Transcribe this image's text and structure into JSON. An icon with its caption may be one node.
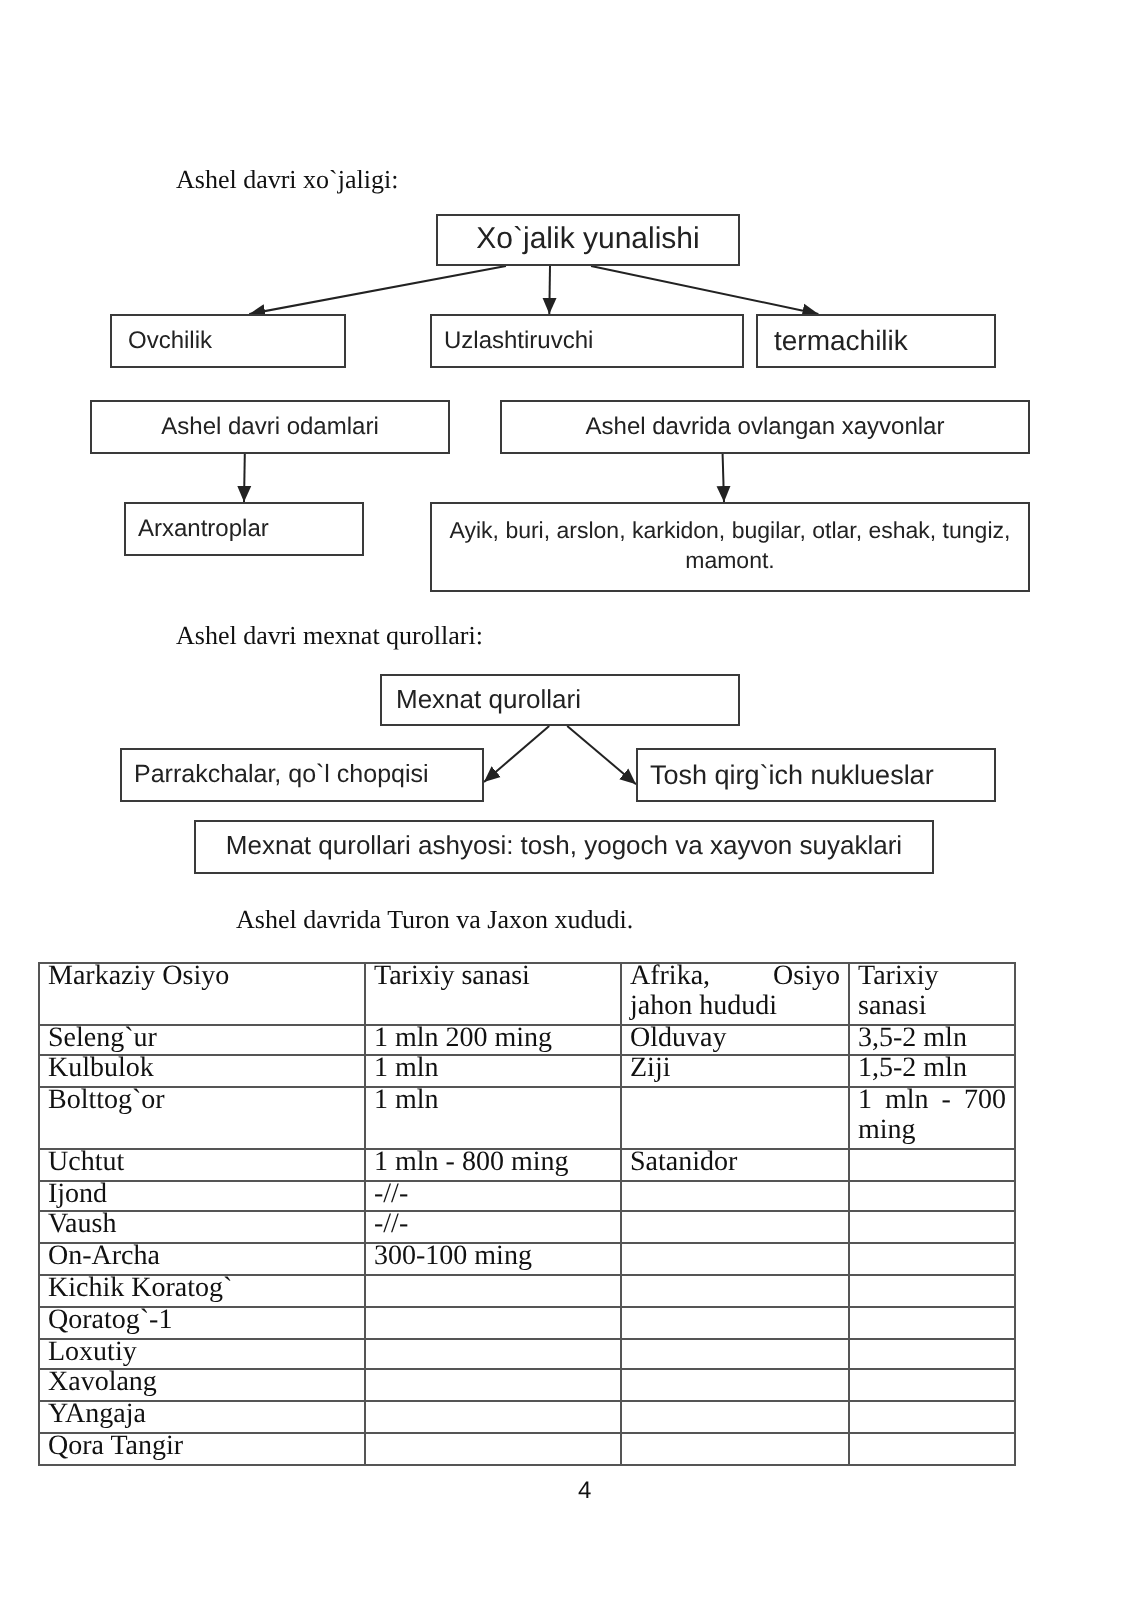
{
  "diagram": {
    "nodes": [
      {
        "text": [
          "Xo`jalik yunalishi"
        ]
      },
      {
        "text": [
          "Ovchilik"
        ]
      },
      {
        "text": [
          "Uzlashtiruvchi"
        ]
      },
      {
        "text": [
          "termachilik"
        ]
      },
      {
        "text": [
          "Ashel davri odamlari"
        ]
      },
      {
        "text": [
          "Ashel davrida ovlangan xayvonlar"
        ]
      },
      {
        "text": [
          "Arxantroplar"
        ]
      },
      {
        "text": [
          "Ayik, buri, arslon, karkidon, bugilar, otlar, eshak, tungiz, mamont."
        ]
      },
      {
        "text": [
          "Mexnat qurollari"
        ]
      },
      {
        "text": [
          "Parrakchalar, qo`l chopqisi"
        ]
      },
      {
        "text": [
          "Tosh qirg`ich nuklueslar"
        ]
      },
      {
        "text": [
          "Mexnat qurollari ashyosi: tosh, yogoch va xayvon suyaklari"
        ]
      }
    ],
    "edges": [
      {
        "from": 0,
        "to": 1,
        "arrow": "to"
      },
      {
        "from": 0,
        "to": 2,
        "arrow": "to"
      },
      {
        "from": 0,
        "to": 3,
        "arrow": "to"
      },
      {
        "from": 4,
        "to": 6,
        "arrow": "to"
      },
      {
        "from": 5,
        "to": 7,
        "arrow": "to"
      },
      {
        "from": 8,
        "to": 9,
        "arrow": "to"
      },
      {
        "from": 8,
        "to": 10,
        "arrow": "to"
      }
    ],
    "labels": [
      "Ashel davri xo`jaligi:",
      "Ashel davri mexnat qurollari:",
      "Ashel davrida Turon va Jaxon xududi.",
      "Markaziy Osiyo",
      "Tarixiy sanasi",
      "Afrika, Osiyo jahon hududi",
      "Tarixiy sanasi",
      "Seleng`ur",
      "1 mln 200 ming",
      "Olduvay",
      "3,5-2 mln",
      "Kulbulok",
      "1 mln",
      "Ziji",
      "1,5-2 mln",
      "Bolttog`or",
      "1 mln",
      "1 mln - 700 ming",
      "Uchtut",
      "1 mln - 800 ming",
      "Satanidor",
      "Ijond",
      "-//-",
      "Vaush",
      "-//-",
      "On-Archa",
      "300-100 ming",
      "Kichik Koratog`",
      "Qoratog`-1",
      "Loxutiy",
      "Xavolang",
      "YAngaja",
      "Qora Tangir",
      "4"
    ]
  }
}
